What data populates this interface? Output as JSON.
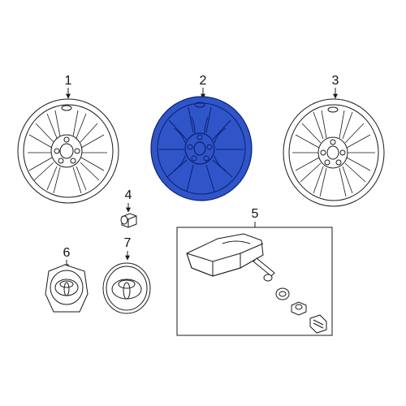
{
  "callouts": {
    "c1": "1",
    "c2": "2",
    "c3": "3",
    "c4": "4",
    "c5": "5",
    "c6": "6",
    "c7": "7"
  },
  "colors": {
    "highlight_fill": "#2f55c9",
    "highlight_stroke": "#0c1f6e",
    "line": "#1a1a1a",
    "background": "#ffffff"
  },
  "parts": [
    {
      "callout": "1",
      "icon": "alloy-wheel-icon"
    },
    {
      "callout": "2",
      "icon": "alloy-wheel-icon",
      "highlighted": true
    },
    {
      "callout": "3",
      "icon": "alloy-wheel-icon"
    },
    {
      "callout": "4",
      "icon": "lug-nut-icon"
    },
    {
      "callout": "5",
      "icon": "tpms-sensor-icon"
    },
    {
      "callout": "6",
      "icon": "center-cap-icon"
    },
    {
      "callout": "7",
      "icon": "center-cap-icon"
    }
  ]
}
